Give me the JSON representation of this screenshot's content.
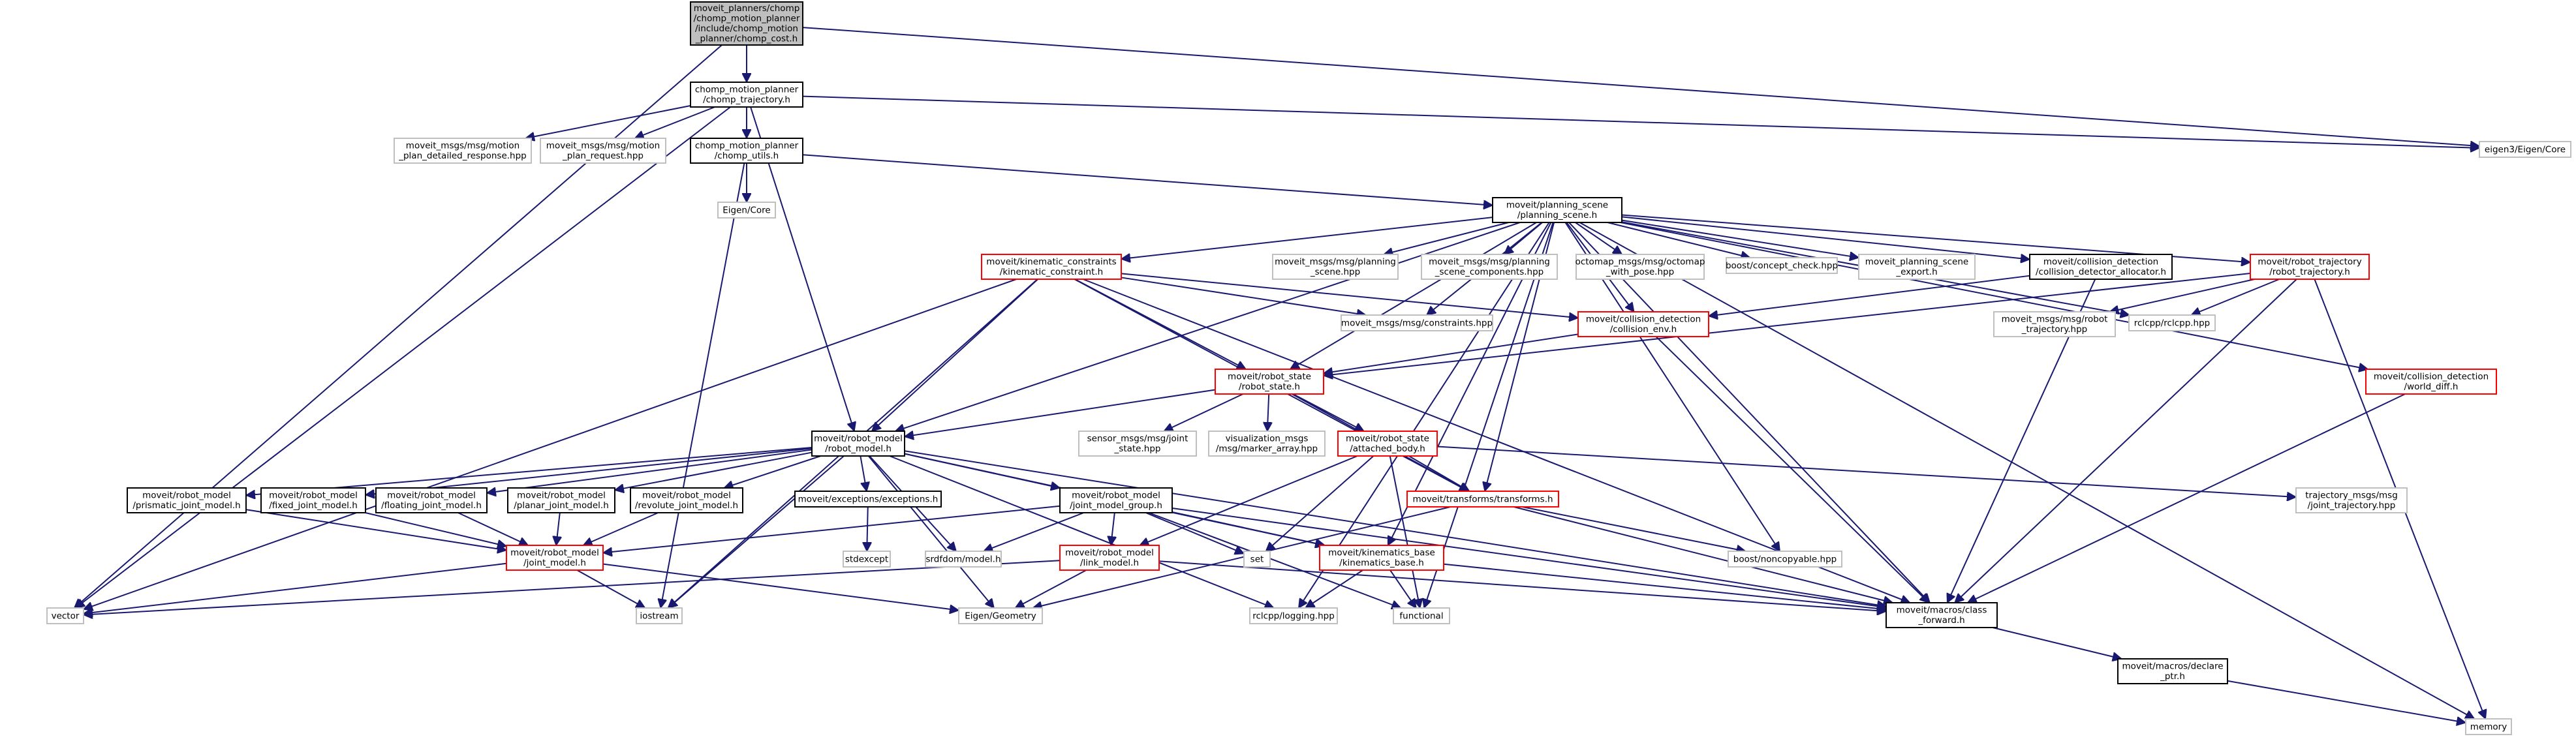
{
  "colors": {
    "edge": "#191970",
    "root_fill": "#bfbfbf",
    "box_fill": "#ffffff",
    "documented_border": "#000000",
    "partial_border": "#ff0000",
    "external_border": "#bfbfbf",
    "text": "#000000"
  },
  "nodes": {
    "chomp_cost": {
      "lines": [
        "moveit_planners/chomp",
        "/chomp_motion_planner",
        "/include/chomp_motion",
        "_planner/chomp_cost.h"
      ],
      "style": "root"
    },
    "chomp_trajectory": {
      "lines": [
        "chomp_motion_planner",
        "/chomp_trajectory.h"
      ],
      "style": "documented"
    },
    "motion_plan_detailed_response": {
      "lines": [
        "moveit_msgs/msg/motion",
        "_plan_detailed_response.hpp"
      ],
      "style": "external"
    },
    "motion_plan_request": {
      "lines": [
        "moveit_msgs/msg/motion",
        "_plan_request.hpp"
      ],
      "style": "external"
    },
    "chomp_utils": {
      "lines": [
        "chomp_motion_planner",
        "/chomp_utils.h"
      ],
      "style": "documented"
    },
    "eigen3_core": {
      "lines": [
        "eigen3/Eigen/Core"
      ],
      "style": "external"
    },
    "eigen_core": {
      "lines": [
        "Eigen/Core"
      ],
      "style": "external"
    },
    "planning_scene": {
      "lines": [
        "moveit/planning_scene",
        "/planning_scene.h"
      ],
      "style": "documented"
    },
    "kinematic_constraint": {
      "lines": [
        "moveit/kinematic_constraints",
        "/kinematic_constraint.h"
      ],
      "style": "partial"
    },
    "planning_scene_msg": {
      "lines": [
        "moveit_msgs/msg/planning",
        "_scene.hpp"
      ],
      "style": "external"
    },
    "planning_scene_components": {
      "lines": [
        "moveit_msgs/msg/planning",
        "_scene_components.hpp"
      ],
      "style": "external"
    },
    "octomap_with_pose": {
      "lines": [
        "octomap_msgs/msg/octomap",
        "_with_pose.hpp"
      ],
      "style": "external"
    },
    "concept_check": {
      "lines": [
        "boost/concept_check.hpp"
      ],
      "style": "external"
    },
    "planning_scene_export": {
      "lines": [
        "moveit_planning_scene",
        "_export.h"
      ],
      "style": "external"
    },
    "collision_detector_allocator": {
      "lines": [
        "moveit/collision_detection",
        "/collision_detector_allocator.h"
      ],
      "style": "documented"
    },
    "robot_trajectory": {
      "lines": [
        "moveit/robot_trajectory",
        "/robot_trajectory.h"
      ],
      "style": "partial"
    },
    "constraints_hpp": {
      "lines": [
        "moveit_msgs/msg/constraints.hpp"
      ],
      "style": "external"
    },
    "collision_env": {
      "lines": [
        "moveit/collision_detection",
        "/collision_env.h"
      ],
      "style": "partial"
    },
    "robot_trajectory_msg": {
      "lines": [
        "moveit_msgs/msg/robot",
        "_trajectory.hpp"
      ],
      "style": "external"
    },
    "rclcpp": {
      "lines": [
        "rclcpp/rclcpp.hpp"
      ],
      "style": "external"
    },
    "world_diff": {
      "lines": [
        "moveit/collision_detection",
        "/world_diff.h"
      ],
      "style": "partial"
    },
    "robot_state": {
      "lines": [
        "moveit/robot_state",
        "/robot_state.h"
      ],
      "style": "partial"
    },
    "robot_model": {
      "lines": [
        "moveit/robot_model",
        "/robot_model.h"
      ],
      "style": "documented"
    },
    "joint_state": {
      "lines": [
        "sensor_msgs/msg/joint",
        "_state.hpp"
      ],
      "style": "external"
    },
    "marker_array": {
      "lines": [
        "visualization_msgs",
        "/msg/marker_array.hpp"
      ],
      "style": "external"
    },
    "attached_body": {
      "lines": [
        "moveit/robot_state",
        "/attached_body.h"
      ],
      "style": "partial"
    },
    "prismatic_joint_model": {
      "lines": [
        "moveit/robot_model",
        "/prismatic_joint_model.h"
      ],
      "style": "documented"
    },
    "fixed_joint_model": {
      "lines": [
        "moveit/robot_model",
        "/fixed_joint_model.h"
      ],
      "style": "documented"
    },
    "floating_joint_model": {
      "lines": [
        "moveit/robot_model",
        "/floating_joint_model.h"
      ],
      "style": "documented"
    },
    "planar_joint_model": {
      "lines": [
        "moveit/robot_model",
        "/planar_joint_model.h"
      ],
      "style": "documented"
    },
    "revolute_joint_model": {
      "lines": [
        "moveit/robot_model",
        "/revolute_joint_model.h"
      ],
      "style": "documented"
    },
    "exceptions": {
      "lines": [
        "moveit/exceptions/exceptions.h"
      ],
      "style": "documented"
    },
    "joint_model_group": {
      "lines": [
        "moveit/robot_model",
        "/joint_model_group.h"
      ],
      "style": "documented"
    },
    "transforms": {
      "lines": [
        "moveit/transforms/transforms.h"
      ],
      "style": "partial"
    },
    "joint_trajectory": {
      "lines": [
        "trajectory_msgs/msg",
        "/joint_trajectory.hpp"
      ],
      "style": "external"
    },
    "stdexcept": {
      "lines": [
        "stdexcept"
      ],
      "style": "external"
    },
    "joint_model": {
      "lines": [
        "moveit/robot_model",
        "/joint_model.h"
      ],
      "style": "partial"
    },
    "srdfdom": {
      "lines": [
        "srdfdom/model.h"
      ],
      "style": "external"
    },
    "link_model": {
      "lines": [
        "moveit/robot_model",
        "/link_model.h"
      ],
      "style": "partial"
    },
    "set": {
      "lines": [
        "set"
      ],
      "style": "external"
    },
    "kinematics_base": {
      "lines": [
        "moveit/kinematics_base",
        "/kinematics_base.h"
      ],
      "style": "partial"
    },
    "noncopyable": {
      "lines": [
        "boost/noncopyable.hpp"
      ],
      "style": "external"
    },
    "vector": {
      "lines": [
        "vector"
      ],
      "style": "external"
    },
    "iostream": {
      "lines": [
        "iostream"
      ],
      "style": "external"
    },
    "eigen_geometry": {
      "lines": [
        "Eigen/Geometry"
      ],
      "style": "external"
    },
    "rclcpp_logging": {
      "lines": [
        "rclcpp/logging.hpp"
      ],
      "style": "external"
    },
    "functional": {
      "lines": [
        "functional"
      ],
      "style": "external"
    },
    "class_forward": {
      "lines": [
        "moveit/macros/class",
        "_forward.h"
      ],
      "style": "documented"
    },
    "declare_ptr": {
      "lines": [
        "moveit/macros/declare",
        "_ptr.h"
      ],
      "style": "documented"
    },
    "memory": {
      "lines": [
        "memory"
      ],
      "style": "external"
    }
  },
  "edges": [
    [
      "chomp_cost",
      "chomp_trajectory"
    ],
    [
      "chomp_cost",
      "vector"
    ],
    [
      "chomp_cost",
      "eigen3_core"
    ],
    [
      "chomp_trajectory",
      "motion_plan_detailed_response"
    ],
    [
      "chomp_trajectory",
      "motion_plan_request"
    ],
    [
      "chomp_trajectory",
      "chomp_utils"
    ],
    [
      "chomp_trajectory",
      "eigen3_core"
    ],
    [
      "chomp_trajectory",
      "robot_model"
    ],
    [
      "chomp_trajectory",
      "vector"
    ],
    [
      "chomp_utils",
      "eigen_core"
    ],
    [
      "chomp_utils",
      "planning_scene"
    ],
    [
      "chomp_utils",
      "iostream"
    ],
    [
      "planning_scene",
      "kinematic_constraint"
    ],
    [
      "planning_scene",
      "planning_scene_msg"
    ],
    [
      "planning_scene",
      "planning_scene_components"
    ],
    [
      "planning_scene",
      "octomap_with_pose"
    ],
    [
      "planning_scene",
      "concept_check"
    ],
    [
      "planning_scene",
      "planning_scene_export"
    ],
    [
      "planning_scene",
      "collision_detector_allocator"
    ],
    [
      "planning_scene",
      "robot_trajectory"
    ],
    [
      "planning_scene",
      "constraints_hpp"
    ],
    [
      "planning_scene",
      "collision_env"
    ],
    [
      "planning_scene",
      "robot_state"
    ],
    [
      "planning_scene",
      "robot_model"
    ],
    [
      "planning_scene",
      "transforms"
    ],
    [
      "planning_scene",
      "world_diff"
    ],
    [
      "planning_scene",
      "noncopyable"
    ],
    [
      "planning_scene",
      "rclcpp"
    ],
    [
      "planning_scene",
      "rclcpp_logging"
    ],
    [
      "planning_scene",
      "functional"
    ],
    [
      "planning_scene",
      "class_forward"
    ],
    [
      "planning_scene",
      "memory"
    ],
    [
      "planning_scene",
      "kinematics_base"
    ],
    [
      "kinematic_constraint",
      "constraints_hpp"
    ],
    [
      "kinematic_constraint",
      "collision_env"
    ],
    [
      "kinematic_constraint",
      "robot_state"
    ],
    [
      "kinematic_constraint",
      "robot_model"
    ],
    [
      "kinematic_constraint",
      "transforms"
    ],
    [
      "kinematic_constraint",
      "vector"
    ],
    [
      "kinematic_constraint",
      "iostream"
    ],
    [
      "kinematic_constraint",
      "class_forward"
    ],
    [
      "collision_detector_allocator",
      "collision_env"
    ],
    [
      "collision_detector_allocator",
      "class_forward"
    ],
    [
      "robot_trajectory",
      "robot_trajectory_msg"
    ],
    [
      "robot_trajectory",
      "rclcpp"
    ],
    [
      "robot_trajectory",
      "robot_state"
    ],
    [
      "robot_trajectory",
      "class_forward"
    ],
    [
      "robot_trajectory",
      "memory"
    ],
    [
      "collision_env",
      "robot_state"
    ],
    [
      "collision_env",
      "class_forward"
    ],
    [
      "world_diff",
      "class_forward"
    ],
    [
      "robot_state",
      "robot_model"
    ],
    [
      "robot_state",
      "joint_state"
    ],
    [
      "robot_state",
      "marker_array"
    ],
    [
      "robot_state",
      "attached_body"
    ],
    [
      "robot_state",
      "transforms"
    ],
    [
      "attached_body",
      "transforms"
    ],
    [
      "attached_body",
      "link_model"
    ],
    [
      "attached_body",
      "set"
    ],
    [
      "attached_body",
      "functional"
    ],
    [
      "attached_body",
      "joint_trajectory"
    ],
    [
      "robot_model",
      "prismatic_joint_model"
    ],
    [
      "robot_model",
      "fixed_joint_model"
    ],
    [
      "robot_model",
      "floating_joint_model"
    ],
    [
      "robot_model",
      "planar_joint_model"
    ],
    [
      "robot_model",
      "revolute_joint_model"
    ],
    [
      "robot_model",
      "exceptions"
    ],
    [
      "robot_model",
      "joint_model_group"
    ],
    [
      "robot_model",
      "srdfdom"
    ],
    [
      "robot_model",
      "iostream"
    ],
    [
      "robot_model",
      "eigen_geometry"
    ],
    [
      "robot_model",
      "kinematics_base"
    ],
    [
      "robot_model",
      "class_forward"
    ],
    [
      "robot_model",
      "rclcpp_logging"
    ],
    [
      "prismatic_joint_model",
      "joint_model"
    ],
    [
      "fixed_joint_model",
      "joint_model"
    ],
    [
      "floating_joint_model",
      "joint_model"
    ],
    [
      "planar_joint_model",
      "joint_model"
    ],
    [
      "revolute_joint_model",
      "joint_model"
    ],
    [
      "exceptions",
      "stdexcept"
    ],
    [
      "joint_model_group",
      "joint_model"
    ],
    [
      "joint_model_group",
      "link_model"
    ],
    [
      "joint_model_group",
      "srdfdom"
    ],
    [
      "joint_model_group",
      "set"
    ],
    [
      "joint_model_group",
      "kinematics_base"
    ],
    [
      "joint_model_group",
      "functional"
    ],
    [
      "joint_model_group",
      "class_forward"
    ],
    [
      "transforms",
      "eigen_geometry"
    ],
    [
      "transforms",
      "noncopyable"
    ],
    [
      "transforms",
      "class_forward"
    ],
    [
      "joint_model",
      "vector"
    ],
    [
      "joint_model",
      "iostream"
    ],
    [
      "joint_model",
      "eigen_geometry"
    ],
    [
      "link_model",
      "eigen_geometry"
    ],
    [
      "link_model",
      "vector"
    ],
    [
      "link_model",
      "class_forward"
    ],
    [
      "kinematics_base",
      "rclcpp_logging"
    ],
    [
      "kinematics_base",
      "functional"
    ],
    [
      "kinematics_base",
      "class_forward"
    ],
    [
      "class_forward",
      "declare_ptr"
    ],
    [
      "declare_ptr",
      "memory"
    ]
  ]
}
